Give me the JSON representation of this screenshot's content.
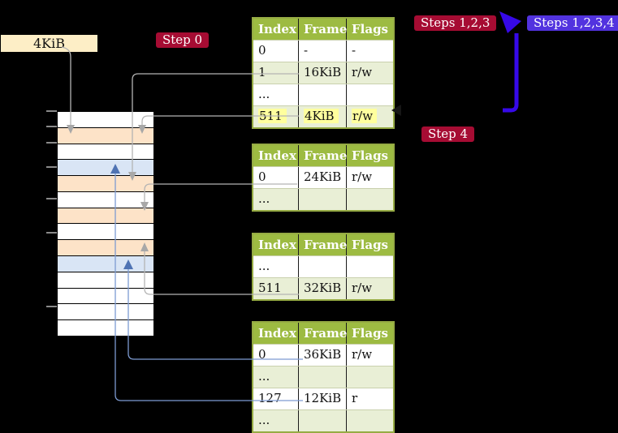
{
  "annotations": {
    "frame_box_label": "4KiB",
    "step0_label": "Step 0",
    "steps123_label": "Steps 1,2,3",
    "steps1234_label": "Steps 1,2,3,4",
    "step4_label": "Step 4"
  },
  "colors": {
    "step_badge_red": "#a60c33",
    "steps_badge_purple": "#5233df",
    "arrow_blue": "#3609e8",
    "table_header_green": "#9dbb42",
    "table_border_green": "#96ab44",
    "table_row_alt_green": "#e9efd6",
    "highlight_yellow": "#ffff9e",
    "frame_box_cream": "#fdeec6",
    "memory_peach": "#fde3c8",
    "memory_blue": "#d9e5f5",
    "connector_gray": "#b4b4b4",
    "connector_blue": "#7d9bd2"
  },
  "memory_stack": {
    "rows": [
      "white",
      "peach",
      "white",
      "blue",
      "peach",
      "white",
      "peach",
      "white",
      "peach",
      "blue",
      "white",
      "white",
      "white",
      "white"
    ]
  },
  "tables": [
    {
      "name": "page-table-top",
      "headers": [
        "Index",
        "Frame",
        "Flags"
      ],
      "rows": [
        {
          "cells": [
            "0",
            "-",
            "-"
          ]
        },
        {
          "cells": [
            "1",
            "16KiB",
            "r/w"
          ]
        },
        {
          "cells": [
            "...",
            "",
            ""
          ]
        },
        {
          "cells": [
            "511",
            "4KiB",
            "r/w"
          ]
        }
      ]
    },
    {
      "name": "page-table-second",
      "headers": [
        "Index",
        "Frame",
        "Flags"
      ],
      "rows": [
        {
          "cells": [
            "0",
            "24KiB",
            "r/w"
          ]
        },
        {
          "cells": [
            "...",
            "",
            ""
          ]
        }
      ]
    },
    {
      "name": "page-table-third",
      "headers": [
        "Index",
        "Frame",
        "Flags"
      ],
      "rows": [
        {
          "cells": [
            "...",
            "",
            ""
          ]
        },
        {
          "cells": [
            "511",
            "32KiB",
            "r/w"
          ]
        }
      ]
    },
    {
      "name": "page-table-bottom",
      "headers": [
        "Index",
        "Frame",
        "Flags"
      ],
      "rows": [
        {
          "cells": [
            "0",
            "36KiB",
            "r/w"
          ]
        },
        {
          "cells": [
            "...",
            "",
            ""
          ]
        },
        {
          "cells": [
            "127",
            "12KiB",
            "r"
          ]
        },
        {
          "cells": [
            "...",
            "",
            ""
          ]
        }
      ]
    }
  ]
}
